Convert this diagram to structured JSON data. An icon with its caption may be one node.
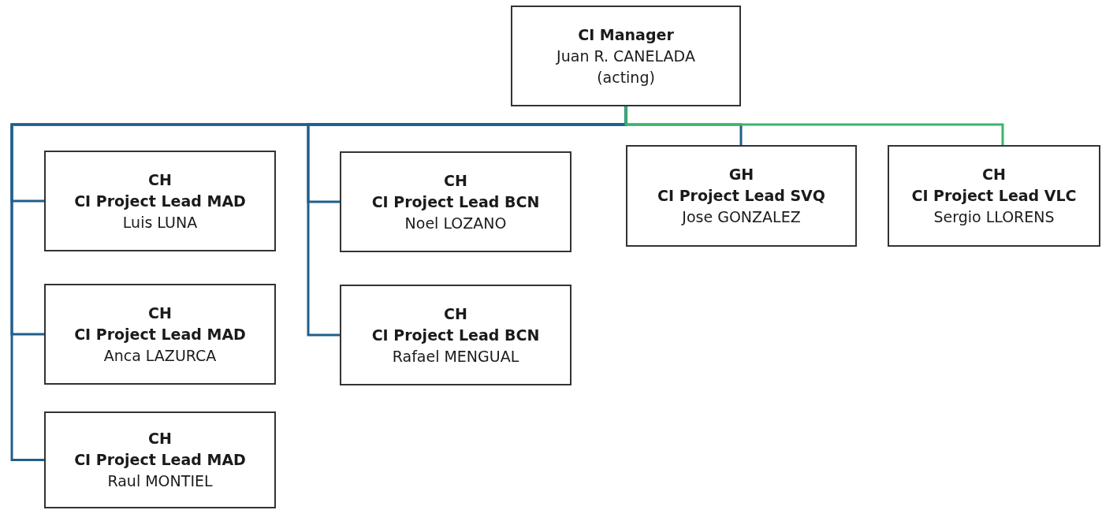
{
  "diagram": {
    "nodes": [
      {
        "text": [
          "CI Manager",
          "Juan R. CANELADA (acting)"
        ]
      },
      {
        "text": [
          "CH",
          "CI Project Lead MAD",
          "Luis LUNA"
        ]
      },
      {
        "text": [
          "CH",
          "CI Project Lead MAD",
          "Anca LAZURCA"
        ]
      },
      {
        "text": [
          "CH",
          "CI Project Lead MAD",
          "Raul MONTIEL"
        ]
      },
      {
        "text": [
          "CH",
          "CI Project Lead BCN",
          "Noel LOZANO"
        ]
      },
      {
        "text": [
          "CH",
          "CI Project Lead BCN",
          "Rafael MENGUAL"
        ]
      },
      {
        "text": [
          "GH",
          "CI Project Lead SVQ",
          "Jose GONZALEZ"
        ]
      },
      {
        "text": [
          "CH",
          "CI Project Lead VLC",
          "Sergio LLORENS"
        ]
      }
    ],
    "edges": [
      {
        "from": 0,
        "to": 1,
        "arrow": "none"
      },
      {
        "from": 0,
        "to": 2,
        "arrow": "none"
      },
      {
        "from": 0,
        "to": 3,
        "arrow": "none"
      },
      {
        "from": 0,
        "to": 4,
        "arrow": "none"
      },
      {
        "from": 0,
        "to": 5,
        "arrow": "none"
      },
      {
        "from": 0,
        "to": 6,
        "arrow": "none"
      },
      {
        "from": 0,
        "to": 7,
        "arrow": "none",
        "color": "#3bb56a"
      }
    ]
  }
}
